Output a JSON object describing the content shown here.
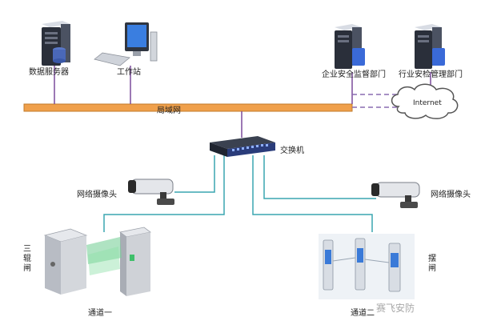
{
  "nodes": {
    "db_server": "数据服务器",
    "workstation": "工作站",
    "enterprise_dept": "企业安全监督部门",
    "industry_dept": "行业安检管理部门",
    "lan": "局域网",
    "internet": "Internet",
    "switch": "交换机",
    "camera_left": "网络摄像头",
    "camera_right": "网络摄像头",
    "tripod_gate": "三辊闸",
    "swing_gate": "摆闸",
    "channel_one": "通道一",
    "channel_two": "通道二"
  },
  "watermark": "赛飞安防",
  "colors": {
    "lan_bar": "#f0a04b",
    "link_purple": "#7a4b9a",
    "link_teal": "#3aa6b0",
    "internet_dash": "#8a6bb0"
  }
}
